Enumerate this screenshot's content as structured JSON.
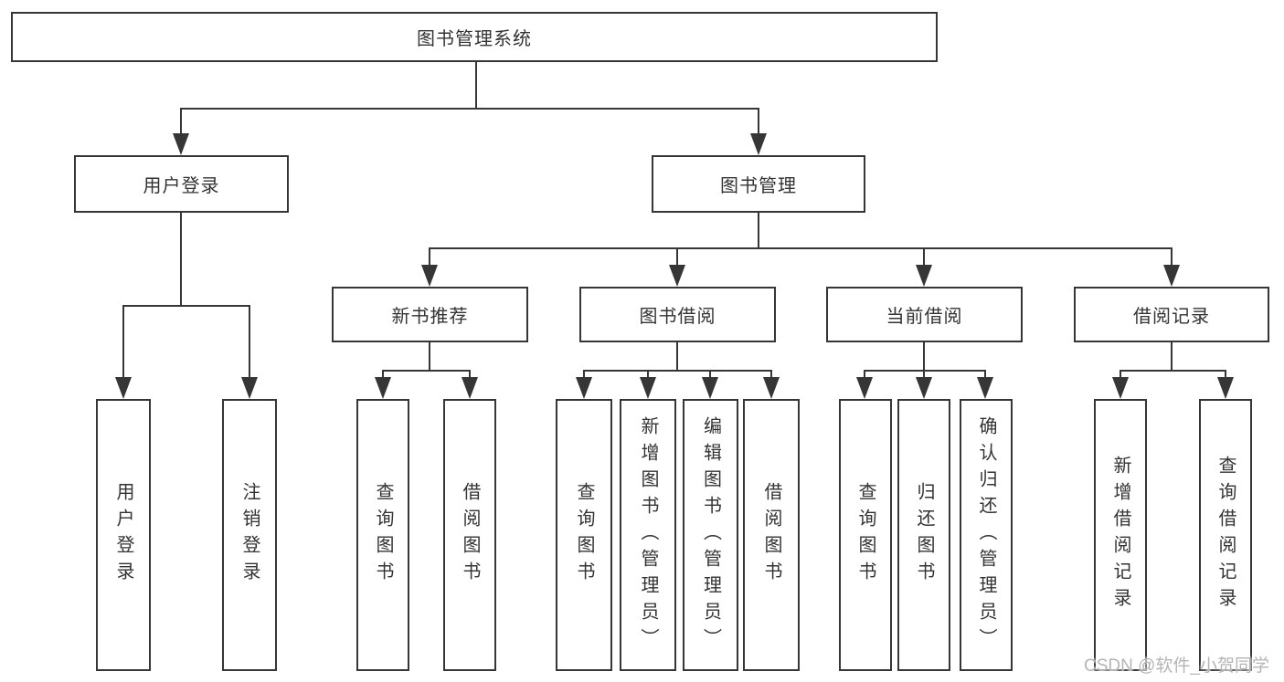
{
  "colors": {
    "line": "#363636",
    "text": "#333333",
    "watermark": "#b5b5b5",
    "background": "#ffffff"
  },
  "diagram": {
    "root": {
      "label": "图书管理系统"
    },
    "children": [
      {
        "label": "用户登录",
        "children": [
          {
            "label": "用户登录"
          },
          {
            "label": "注销登录"
          }
        ]
      },
      {
        "label": "图书管理",
        "children": [
          {
            "label": "新书推荐",
            "children": [
              {
                "label": "查询图书"
              },
              {
                "label": "借阅图书"
              }
            ]
          },
          {
            "label": "图书借阅",
            "children": [
              {
                "label": "查询图书"
              },
              {
                "label": "新增图书（管理员）"
              },
              {
                "label": "编辑图书（管理员）"
              },
              {
                "label": "借阅图书"
              }
            ]
          },
          {
            "label": "当前借阅",
            "children": [
              {
                "label": "查询图书"
              },
              {
                "label": "归还图书"
              },
              {
                "label": "确认归还（管理员）"
              }
            ]
          },
          {
            "label": "借阅记录",
            "children": [
              {
                "label": "新增借阅记录"
              },
              {
                "label": "查询借阅记录"
              }
            ]
          }
        ]
      }
    ]
  },
  "watermark": {
    "text": "CSDN @软件_小贺同学"
  }
}
